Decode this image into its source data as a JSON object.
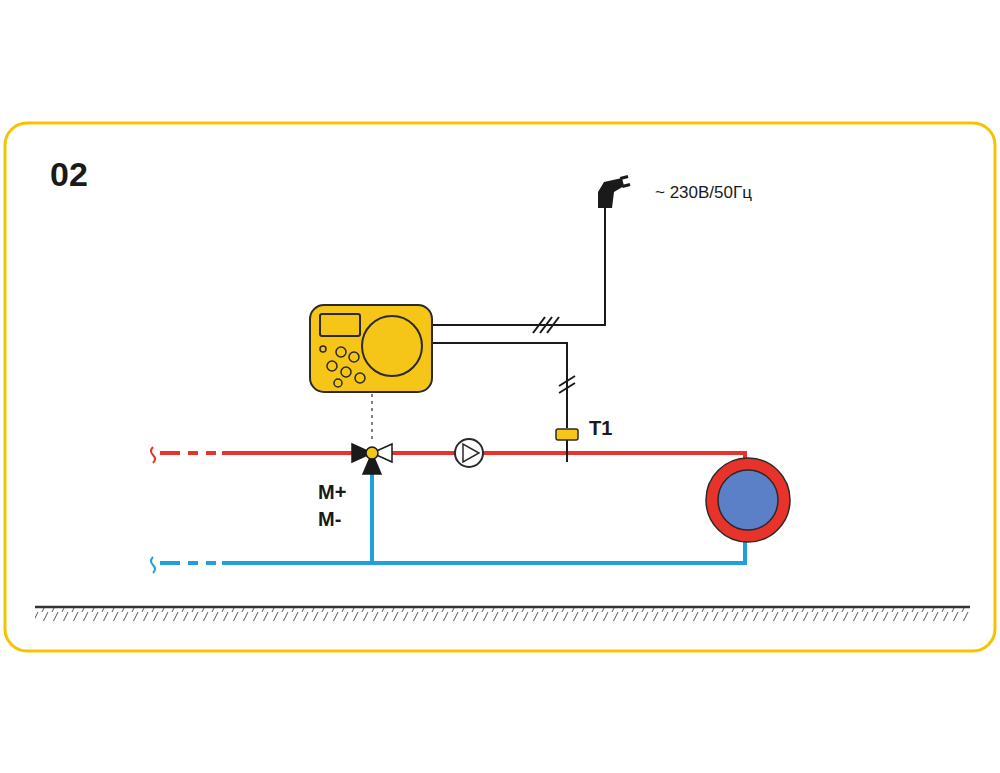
{
  "diagram": {
    "title": "02",
    "labels": [
      "~ 230В/50Гц",
      "T1",
      "M+",
      "M-"
    ]
  }
}
